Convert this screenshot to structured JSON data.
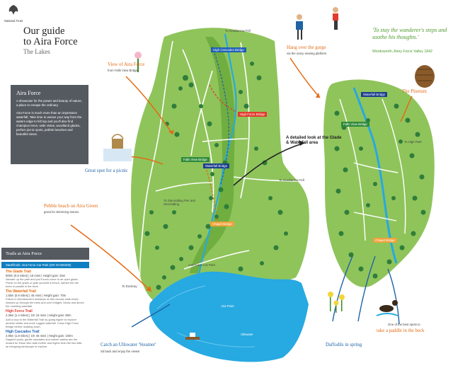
{
  "header": {
    "logo_text": "National Trust",
    "title_line1": "Our guide",
    "title_line2": "to Aira Force",
    "subtitle": "The Lakes"
  },
  "quote": {
    "text": "'To stay the wanderer's steps and soothe his thoughts.'",
    "source": "Wordsworth, Airey Force Valley 1842"
  },
  "info_box": {
    "heading": "Aira Force",
    "para1": "A showcase for the power and beauty of nature, a place to escape the ordinary.",
    "para2": "Aira Force is much more than an impressive waterfall. Take time to weave your way from the waters edge to fell top and you'll also find champion trees, wide vistas, woodland glades, perfect picnic spots, pebble beaches and beautiful views."
  },
  "callouts": {
    "view_from_bridge": "View of Aira Force",
    "view_from_bridge_sub": "from Falls View Bridge",
    "hang_gorge": "Hang over the gorge",
    "hang_gorge_sub": "via the scary viewing platform",
    "pinetum": "The Pinetum",
    "picnic": "Great spot for a picnic",
    "pebble_beach": "Pebble beach on Aira Green",
    "pebble_beach_sub": "great for skimming stones",
    "ullswater": "Catch an Ullswater 'Steamer'",
    "ullswater_sub": "Sit back and enjoy the views!",
    "daffodils": "Daffodils in spring",
    "paddle_pre": "One of the best spots to",
    "paddle": "take a paddle in the beck",
    "detailed_look": "A detailed look at the Glade & Waterfall area"
  },
  "bridges": {
    "high_cascades": "High Cascades Bridge",
    "high_force": "High Force Bridge",
    "falls_view": "Falls View Bridge",
    "waterfall": "Waterfall Bridge",
    "chapel": "Chapel Bridge"
  },
  "places": {
    "gowbarrow_top": "To Gowbarrow Fell",
    "gowbarrow_mid": "To Gowbarrow Fell",
    "glenridding": "To Glenridding Pier and Glenridding",
    "dockray": "To Dockray",
    "high_park": "To High Park",
    "carpark": "Aira Force Car Park",
    "ullswater": "Ullswater",
    "aira_point": "Aira Point"
  },
  "trails": {
    "heading": "Trails at Aira Force",
    "start": "Start/finish: Aira Force Car Park (GR NY400200)",
    "items": [
      {
        "name": "The Glade Trail",
        "color": "#e36b14",
        "stats": "900m (0.5 miles) | 15 mins | Height gain: 25m",
        "desc": "Wander up the path and you'll soon come to an open glade. Picnic on the grass or grab yourself a bench, admire the tall trees or paddle in the beck."
      },
      {
        "name": "The Waterfall Trail",
        "color": "#e36b14",
        "stats": "1.5km (0.9 miles) | 45 mins | Height gain: 70m",
        "desc": "Follow in Wordsworth's footsteps on this circular walk which weaves up through the trees and over bridges, below and above the rumbling waterfall."
      },
      {
        "name": "High Force Trail",
        "color": "#e23b2d",
        "stats": "2.3km (1.4 miles) | 1hr 15 mins | Height gain: 80m",
        "desc": "Add a loop to the Waterfall Trail by going higher to explore another wilder and more rugged waterfall. Cross High Force Bridge before heading down."
      },
      {
        "name": "High Cascades Trail",
        "color": "#1f5fb5",
        "stats": "2.9km (1.8 miles) | 1hr 45 mins | Height gain: 100m",
        "desc": "Dappled pools, gentle cascades and calmer waters are the reward for those who walk further and higher than the two falls, an intriguing landscape to explore."
      }
    ]
  },
  "colors": {
    "land": "#8fc45b",
    "land_dark": "#6fae3f",
    "lake": "#27a9e1",
    "path": "#ffffff",
    "tree": "#2f7d3a",
    "info_bg": "#555a60",
    "orange_accent": "#e36b14",
    "blue_accent": "#1e63a6"
  }
}
